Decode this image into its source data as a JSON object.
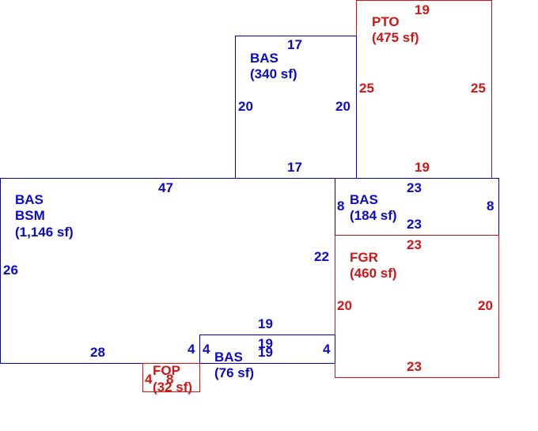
{
  "colors": {
    "blue": "#0000cc",
    "red": "#dd1111"
  },
  "areas": {
    "pto": {
      "name": "PTO",
      "size": "(475 sf)",
      "color": "red",
      "dims": {
        "top": "19",
        "bottom": "19",
        "left": "25",
        "right": "25"
      }
    },
    "bas_upper": {
      "name": "BAS",
      "size": "(340 sf)",
      "color": "blue",
      "dims": {
        "top": "17",
        "bottom": "17",
        "left": "20",
        "right": "20"
      }
    },
    "bas_main": {
      "name": "BAS",
      "name2": "BSM",
      "size": "(1,146 sf)",
      "color": "blue",
      "dims": {
        "top": "47",
        "left": "26",
        "right": "22",
        "bottom": "28",
        "step_right": "4"
      }
    },
    "bas_small": {
      "name": "BAS",
      "size": "(184 sf)",
      "color": "blue",
      "dims": {
        "top": "23",
        "bottom": "23",
        "left": "8",
        "right": "8"
      }
    },
    "fgr": {
      "name": "FGR",
      "size": "(460 sf)",
      "color": "red",
      "dims": {
        "top": "23",
        "bottom": "23",
        "left": "20",
        "right": "20"
      }
    },
    "bas_lower": {
      "name": "BAS",
      "size": "(76 sf)",
      "color": "blue",
      "dims": {
        "top": "19",
        "inner_top": "19",
        "inner_bottom": "19",
        "left": "4",
        "right": "4"
      }
    },
    "fop": {
      "name": "FOP",
      "size": "(32 sf)",
      "color": "red",
      "dims": {
        "left": "4",
        "right": "8"
      }
    }
  }
}
